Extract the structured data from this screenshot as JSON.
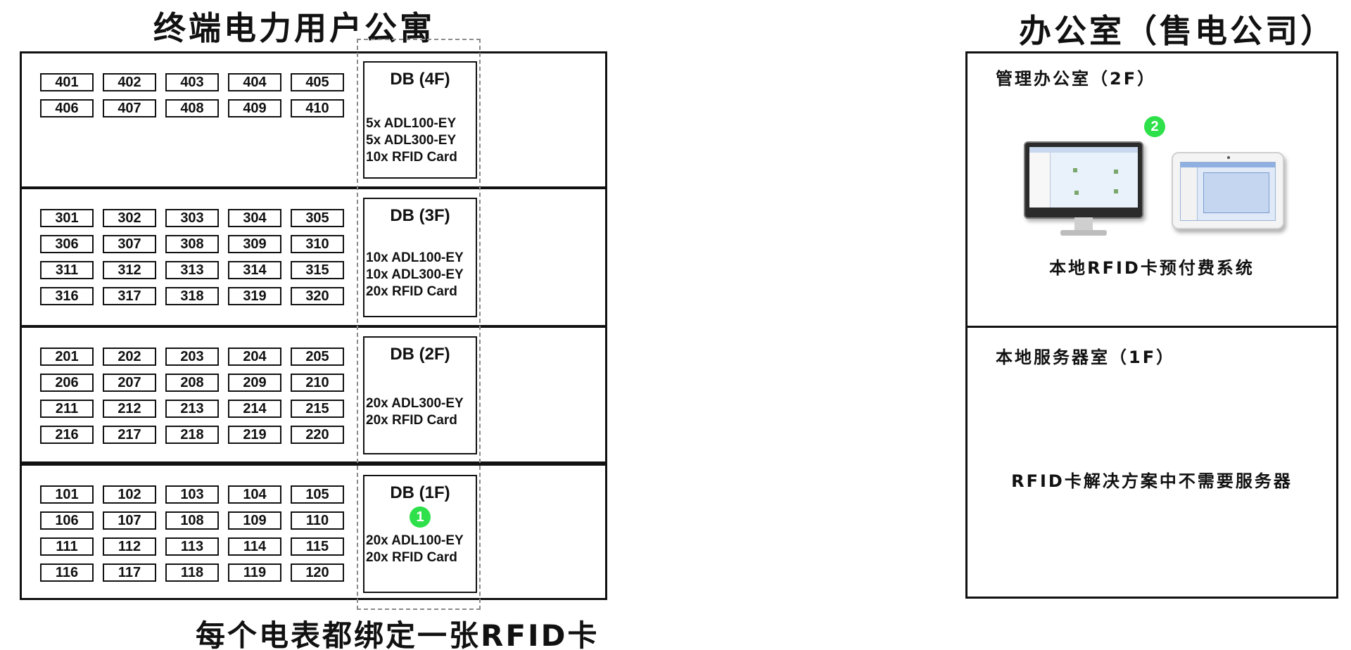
{
  "left_title": "终端电力用户公寓",
  "right_title": "办公室（售电公司）",
  "footer_caption": "每个电表都绑定一张RFID卡",
  "floors": [
    {
      "id": "4F",
      "rooms": [
        "401",
        "402",
        "403",
        "404",
        "405",
        "406",
        "407",
        "408",
        "409",
        "410"
      ],
      "db_title": "DB (4F)",
      "db_lines": [
        "5x ADL100-EY",
        "5x ADL300-EY",
        "10x RFID Card"
      ]
    },
    {
      "id": "3F",
      "rooms": [
        "301",
        "302",
        "303",
        "304",
        "305",
        "306",
        "307",
        "308",
        "309",
        "310",
        "311",
        "312",
        "313",
        "314",
        "315",
        "316",
        "317",
        "318",
        "319",
        "320"
      ],
      "db_title": "DB (3F)",
      "db_lines": [
        "10x ADL100-EY",
        "10x ADL300-EY",
        "20x RFID Card"
      ]
    },
    {
      "id": "2F",
      "rooms": [
        "201",
        "202",
        "203",
        "204",
        "205",
        "206",
        "207",
        "208",
        "209",
        "210",
        "211",
        "212",
        "213",
        "214",
        "215",
        "216",
        "217",
        "218",
        "219",
        "220"
      ],
      "db_title": "DB (2F)",
      "db_lines": [
        "20x ADL300-EY",
        "20x RFID Card"
      ]
    },
    {
      "id": "1F",
      "rooms": [
        "101",
        "102",
        "103",
        "104",
        "105",
        "106",
        "107",
        "108",
        "109",
        "110",
        "111",
        "112",
        "113",
        "114",
        "115",
        "116",
        "117",
        "118",
        "119",
        "120"
      ],
      "db_title": "DB (1F)",
      "db_lines": [
        "20x ADL100-EY",
        "20x RFID Card"
      ]
    }
  ],
  "badges": {
    "one": "1",
    "two": "2"
  },
  "badge_color": "#2ee04a",
  "office": {
    "management_room": {
      "label": "管理办公室（2F）",
      "caption": "本地RFID卡预付费系统",
      "devices": [
        "monitor-icon",
        "tablet-icon"
      ]
    },
    "server_room": {
      "label": "本地服务器室（1F）",
      "caption": "RFID卡解决方案中不需要服务器"
    }
  }
}
